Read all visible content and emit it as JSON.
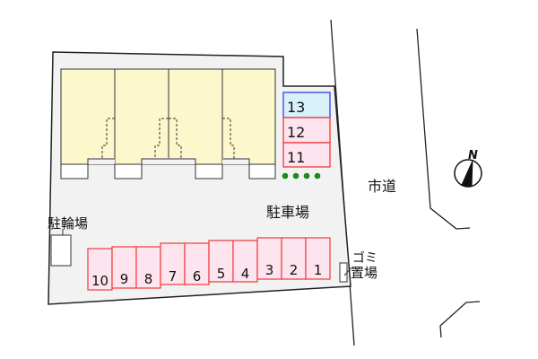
{
  "map": {
    "labels": {
      "parking": "駐車場",
      "bicycle_parking": "駐輪場",
      "garbage_1": "ゴミ",
      "garbage_2": "置場",
      "city_road": "市道",
      "north": "N"
    },
    "colors": {
      "lot_fill": "#f2f2f2",
      "building_fill": "#fdf8cc",
      "space_fill": "#fde4ee",
      "space_border": "#f03a3a",
      "space_highlight_fill": "#d9f1fb",
      "space_highlight_border": "#3040e8",
      "hedge_dot": "#1a8a1a"
    },
    "parking_right": [
      {
        "number": "13",
        "highlighted": true
      },
      {
        "number": "12",
        "highlighted": false
      },
      {
        "number": "11",
        "highlighted": false
      }
    ],
    "parking_bottom": [
      "10",
      "9",
      "8",
      "7",
      "6",
      "5",
      "4",
      "3",
      "2",
      "1"
    ],
    "building_units": 4,
    "hedge_dots": 4
  }
}
